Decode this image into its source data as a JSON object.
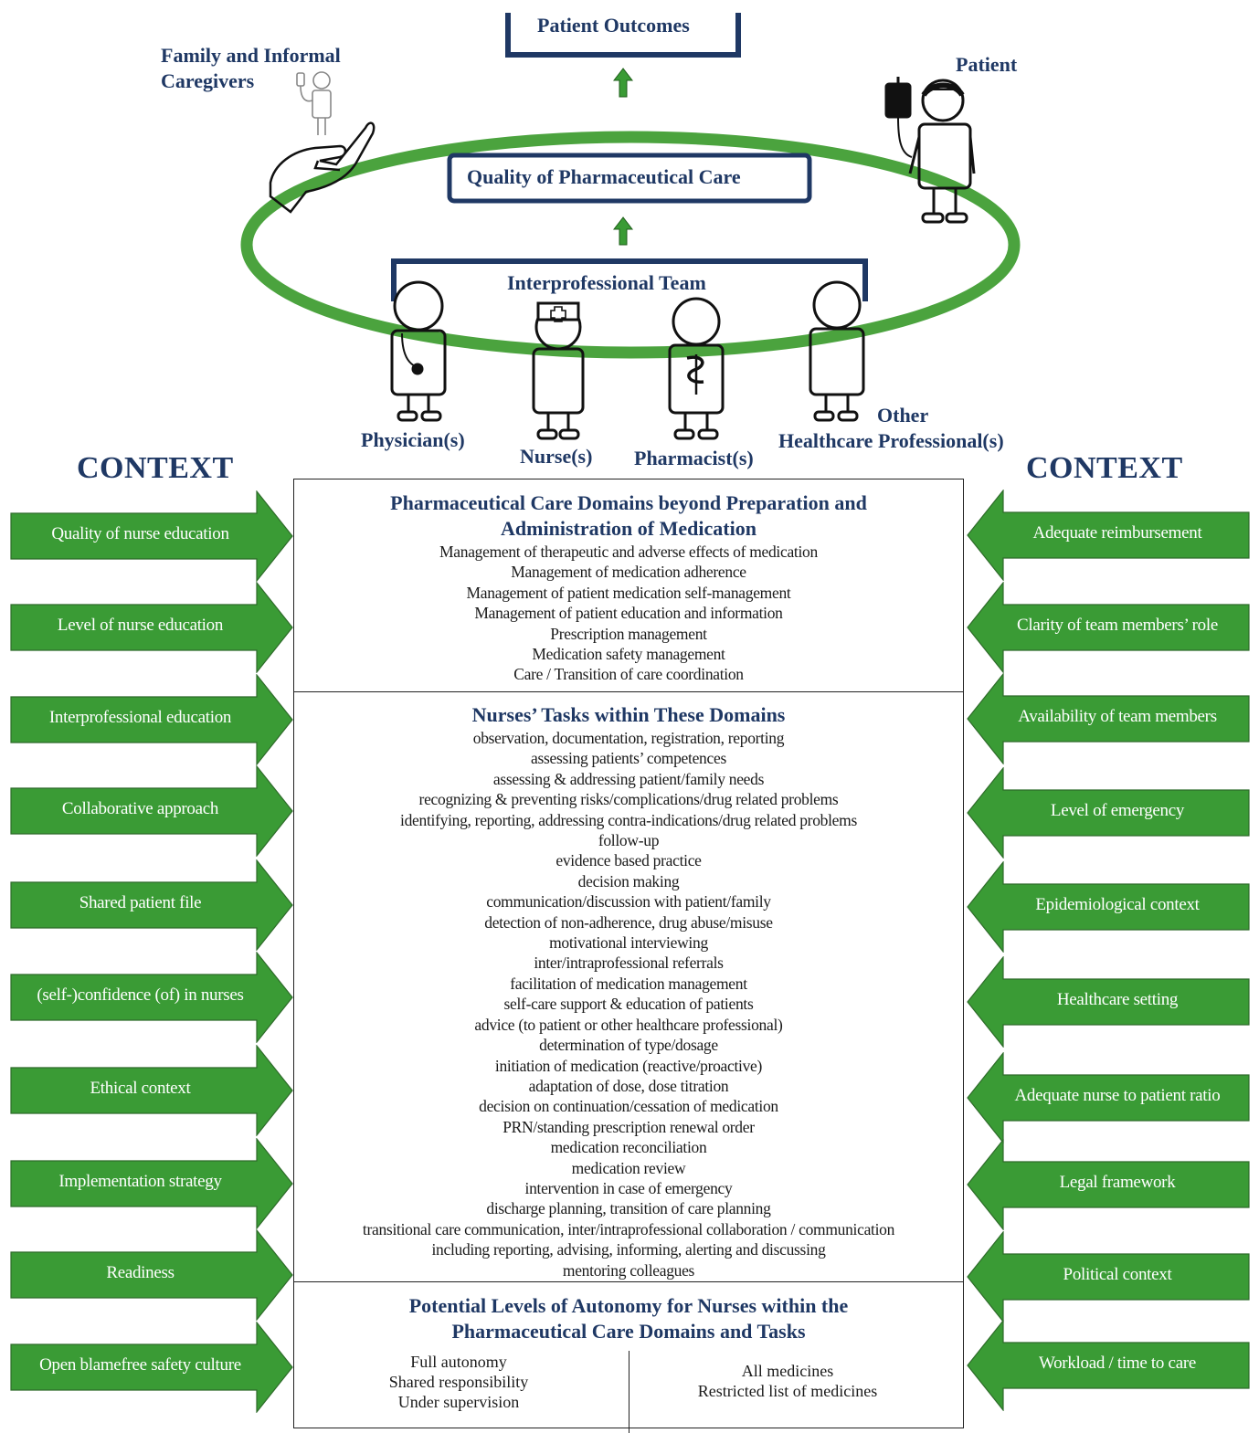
{
  "top": {
    "patient_outcomes": "Patient Outcomes",
    "quality_label": "Quality of Pharmaceutical Care",
    "family_label_line1": "Family and Informal",
    "family_label_line2": "Caregivers",
    "patient_label": "Patient",
    "team_label": "Interprofessional Team",
    "roles": {
      "physician": "Physician(s)",
      "nurse": "Nurse(s)",
      "pharmacist": "Pharmacist(s)",
      "other_line1": "Other",
      "other_line2": "Healthcare Professional(s)"
    }
  },
  "context_title_left": "CONTEXT",
  "context_title_right": "CONTEXT",
  "left_factors": [
    "Quality of nurse education",
    "Level of nurse education",
    "Interprofessional education",
    "Collaborative approach",
    "Shared patient file",
    "(self-)confidence (of) in nurses",
    "Ethical context",
    "Implementation  strategy",
    "Readiness",
    "Open blamefree safety culture"
  ],
  "right_factors": [
    "Adequate reimbursement",
    "Clarity of team members’ role",
    "Availability of team members",
    "Level of emergency",
    "Epidemiological  context",
    "Healthcare setting",
    "Adequate nurse to patient ratio",
    "Legal framework",
    "Political context",
    "Workload / time to care"
  ],
  "domains": {
    "title_line1": "Pharmaceutical Care Domains beyond Preparation and",
    "title_line2": "Administration of Medication",
    "items": [
      "Management of therapeutic and adverse effects of medication",
      "Management of medication adherence",
      "Management of patient medication self-management",
      "Management of patient education and information",
      "Prescription management",
      "Medication safety management",
      "Care / Transition of care coordination"
    ]
  },
  "tasks": {
    "title": "Nurses’ Tasks within These Domains",
    "items": [
      "observation, documentation, registration, reporting",
      "assessing patients’ competences",
      "assessing & addressing patient/family  needs",
      "recognizing  & preventing risks/complications/drug related problems",
      "identifying, reporting, addressing contra-indications/drug related problems",
      "follow-up",
      "evidence based practice",
      "decision making",
      "communication/discussion with patient/family",
      "detection of non-adherence, drug abuse/misuse",
      "motivational interviewing",
      "inter/intraprofessional referrals",
      "facilitation  of medication management",
      "self-care support & education of patients",
      "advice (to patient or other healthcare professional)",
      "determination  of type/dosage",
      "initiation of medication  (reactive/proactive)",
      "adaptation of dose, dose titration",
      "decision on continuation/cessation of medication",
      "PRN/standing prescription renewal order",
      "medication reconciliation",
      "medication review",
      "intervention in case of emergency",
      "discharge planning, transition of care planning",
      "transitional care communication, inter/intraprofessional collaboration / communication",
      "including reporting, advising, informing, alerting and discussing",
      "mentoring colleagues"
    ]
  },
  "autonomy": {
    "title_line1": "Potential Levels of Autonomy for Nurses within the",
    "title_line2": "Pharmaceutical Care Domains and Tasks",
    "levels": [
      "Full autonomy",
      "Shared responsibility",
      "Under supervision"
    ],
    "scope": [
      "All medicines",
      "Restricted list of medicines"
    ]
  },
  "colors": {
    "green": "#3a9b35",
    "navy": "#1f3864",
    "ring": "#4ba33e"
  }
}
